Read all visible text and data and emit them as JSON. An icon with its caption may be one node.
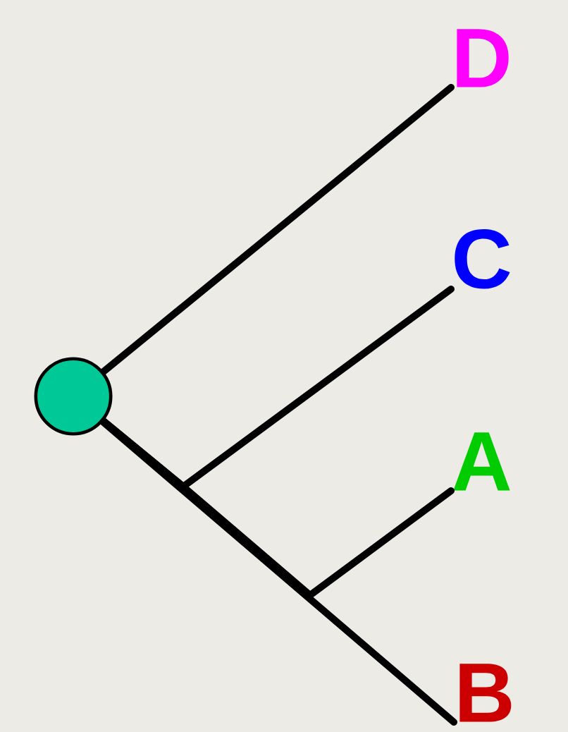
{
  "diagram": {
    "nodes": [
      {
        "text": [],
        "shape": "circle"
      },
      {
        "text": [
          "D"
        ]
      },
      {
        "text": [
          "C"
        ]
      },
      {
        "text": [
          "A"
        ]
      },
      {
        "text": [
          "B"
        ]
      }
    ],
    "edges": [
      {
        "from": 0,
        "to": 1,
        "arrow": "none"
      },
      {
        "from": 0,
        "to": 2,
        "arrow": "none"
      },
      {
        "from": 0,
        "to": 3,
        "arrow": "none"
      },
      {
        "from": 0,
        "to": 4,
        "arrow": "none"
      }
    ]
  }
}
